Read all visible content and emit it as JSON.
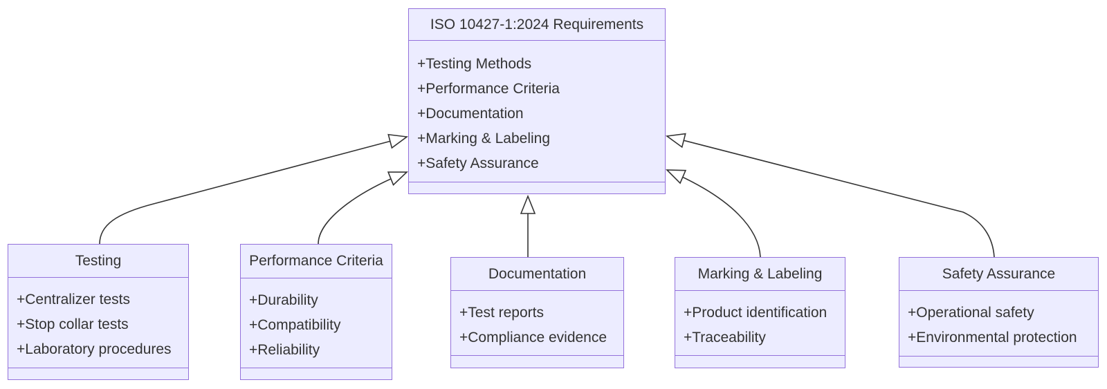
{
  "diagram": {
    "type": "uml-class-inheritance",
    "colors": {
      "box_fill": "#ECECFF",
      "box_border": "#9370DB",
      "edge_line": "#333333",
      "text": "#333333",
      "background": "#ffffff"
    },
    "parent": {
      "title": "ISO 10427-1:2024 Requirements",
      "attributes": [
        "+Testing Methods",
        "+Performance Criteria",
        "+Documentation",
        "+Marking & Labeling",
        "+Safety Assurance"
      ]
    },
    "children": [
      {
        "title": "Testing",
        "attributes": [
          "+Centralizer tests",
          "+Stop collar tests",
          "+Laboratory procedures"
        ]
      },
      {
        "title": "Performance Criteria",
        "attributes": [
          "+Durability",
          "+Compatibility",
          "+Reliability"
        ]
      },
      {
        "title": "Documentation",
        "attributes": [
          "+Test reports",
          "+Compliance evidence"
        ]
      },
      {
        "title": "Marking & Labeling",
        "attributes": [
          "+Product identification",
          "+Traceability"
        ]
      },
      {
        "title": "Safety Assurance",
        "attributes": [
          "+Operational safety",
          "+Environmental protection"
        ]
      }
    ],
    "relations": [
      {
        "from": "Testing",
        "to": "ISO 10427-1:2024 Requirements",
        "type": "inheritance"
      },
      {
        "from": "Performance Criteria",
        "to": "ISO 10427-1:2024 Requirements",
        "type": "inheritance"
      },
      {
        "from": "Documentation",
        "to": "ISO 10427-1:2024 Requirements",
        "type": "inheritance"
      },
      {
        "from": "Marking & Labeling",
        "to": "ISO 10427-1:2024 Requirements",
        "type": "inheritance"
      },
      {
        "from": "Safety Assurance",
        "to": "ISO 10427-1:2024 Requirements",
        "type": "inheritance"
      }
    ]
  }
}
